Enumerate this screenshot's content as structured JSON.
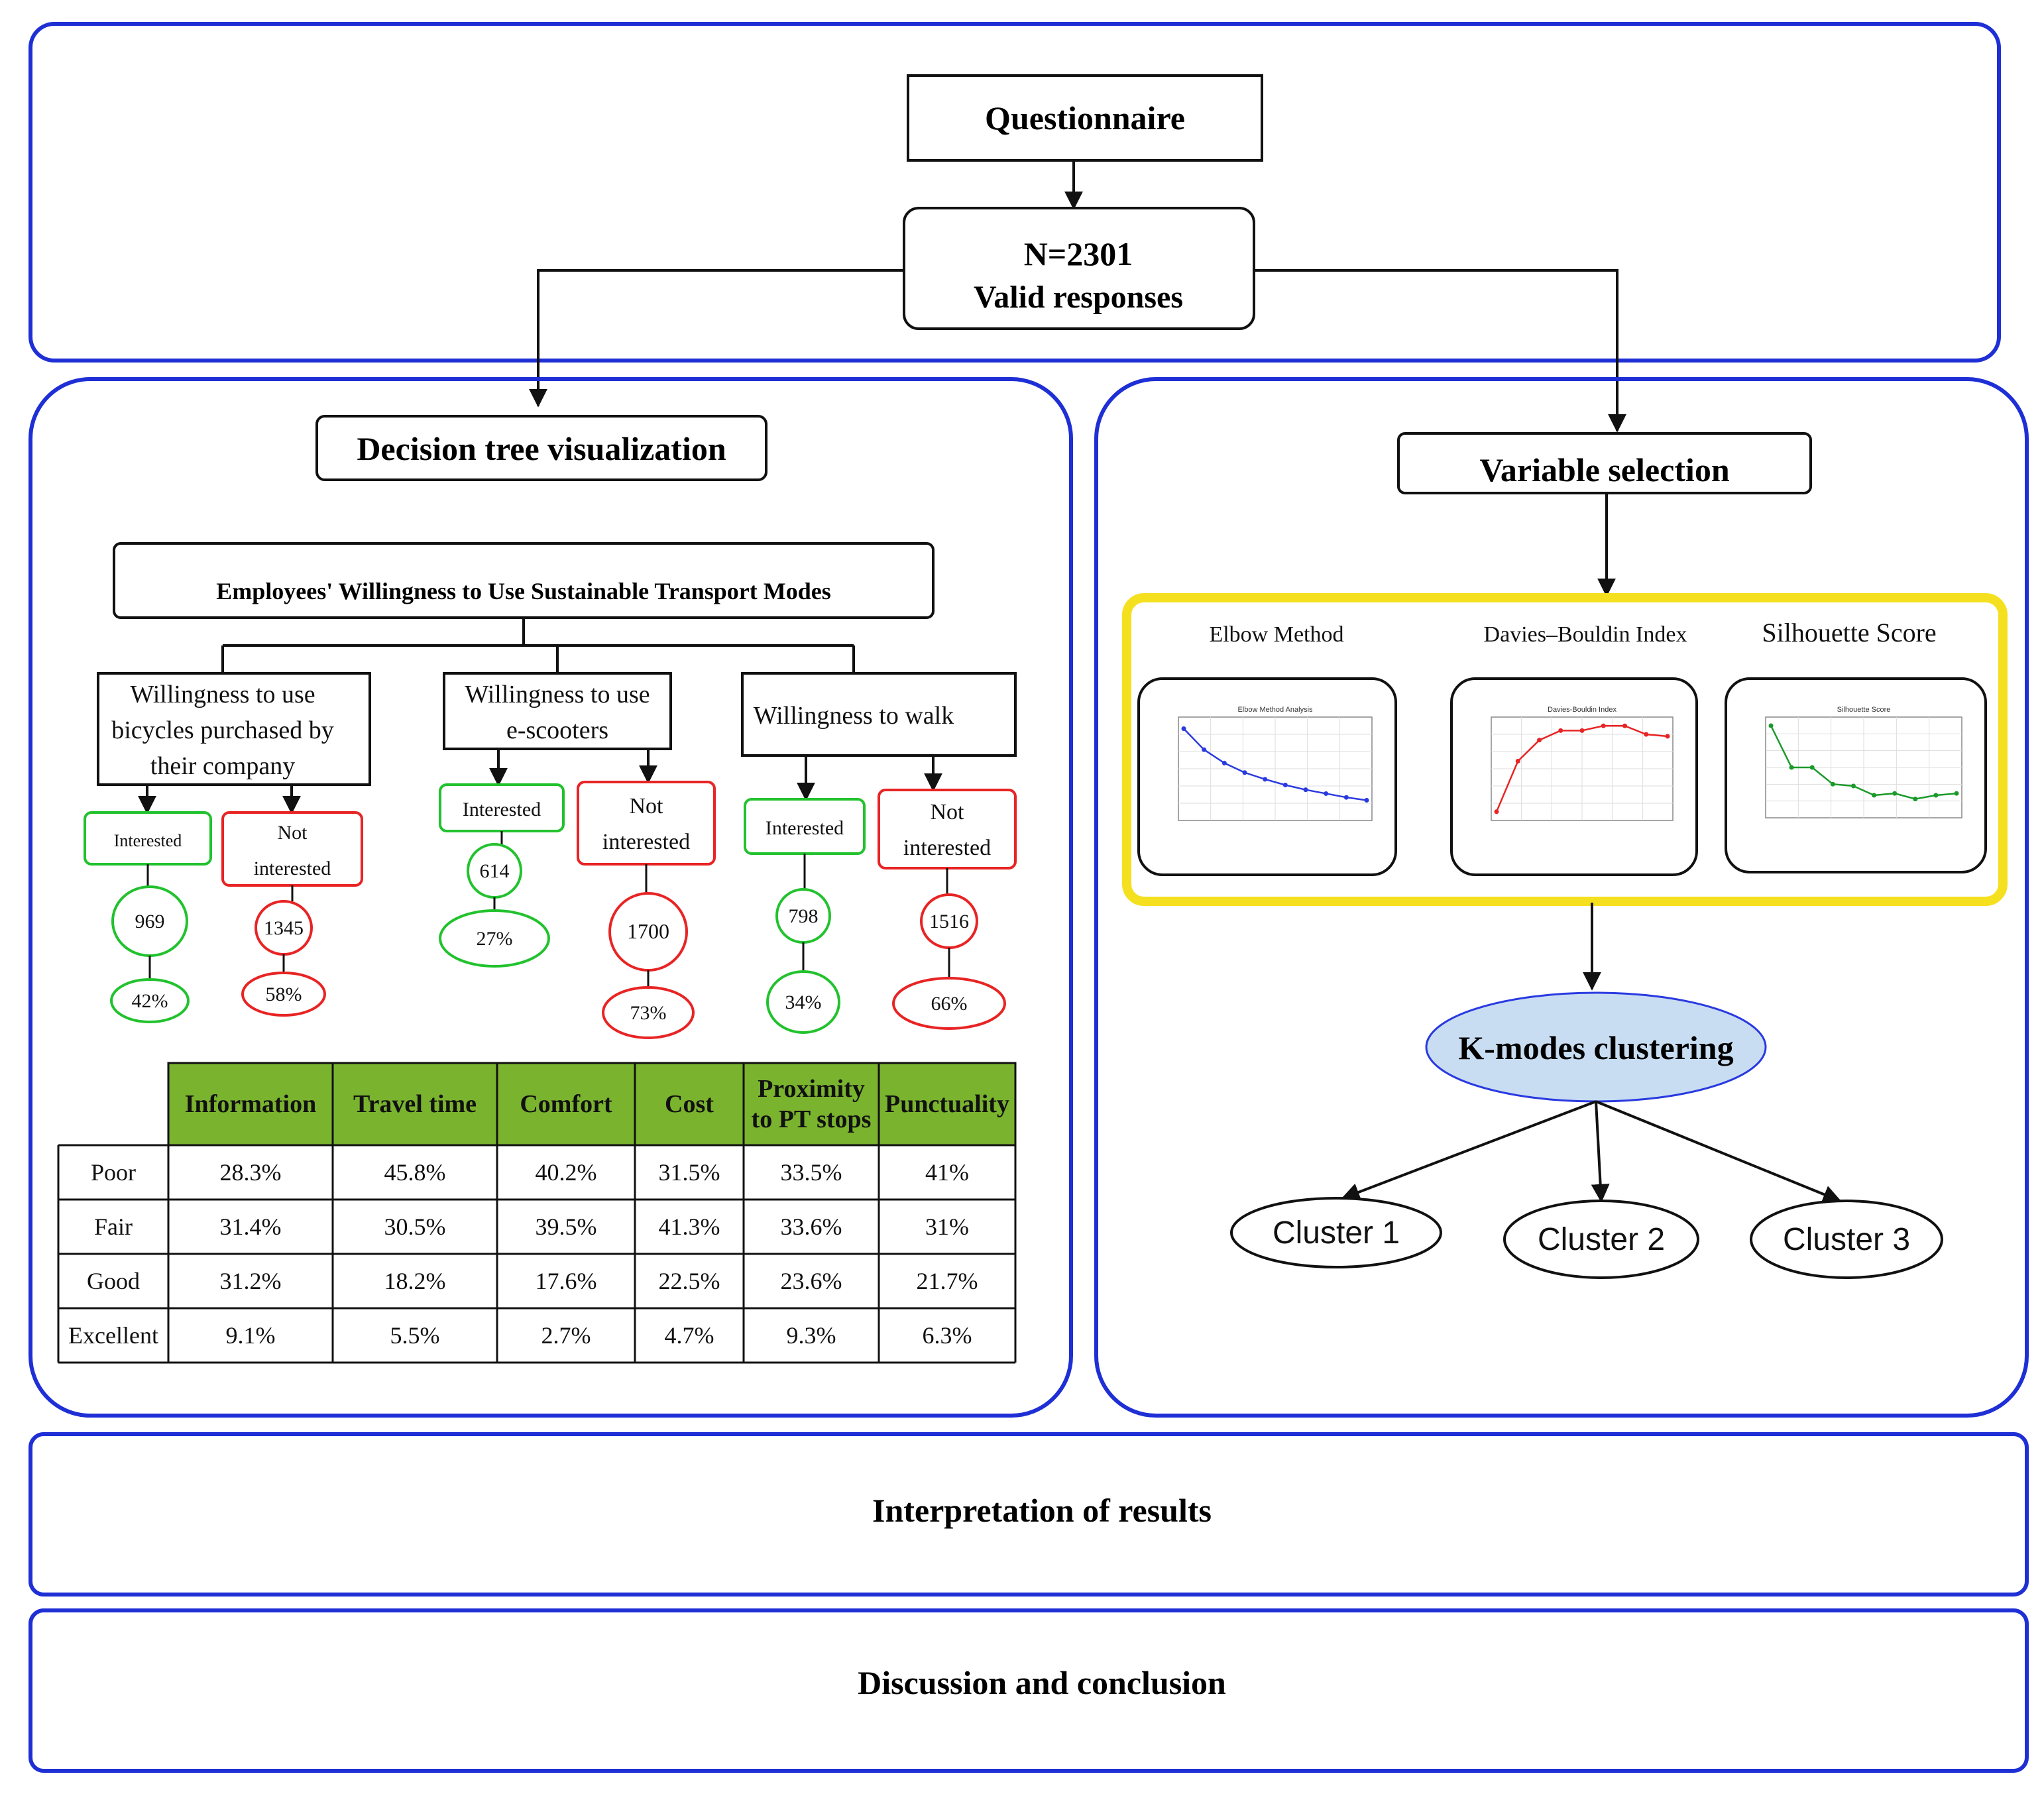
{
  "colors": {
    "panel_border": "#1f2fd6",
    "interested": "#22c22e",
    "not_interested": "#e82424",
    "table_header": "#7ab32e",
    "highlight": "#f5e020",
    "kmodes_fill": "#c8ddf2",
    "elbow_line": "#2a3ae0",
    "db_line": "#e82424",
    "sil_line": "#1a9a2a"
  },
  "top": {
    "questionnaire": "Questionnaire",
    "responses_n": "N=2301",
    "responses_label": "Valid responses"
  },
  "left": {
    "title": "Decision tree visualization",
    "root": "Employees' Willingness to Use  Sustainable Transport Modes",
    "branches": [
      {
        "label_lines": [
          "Willingness to use",
          "bicycles purchased by",
          "their company"
        ],
        "interested": {
          "label_lines": [
            "Interested"
          ],
          "count": "969",
          "percent": "42%"
        },
        "not_interested": {
          "label_lines": [
            "Not",
            "interested"
          ],
          "count": "1345",
          "percent": "58%"
        }
      },
      {
        "label_lines": [
          "Willingness to use",
          "e-scooters"
        ],
        "interested": {
          "label_lines": [
            "Interested"
          ],
          "count": "614",
          "percent": "27%"
        },
        "not_interested": {
          "label_lines": [
            "Not",
            "interested"
          ],
          "count": "1700",
          "percent": "73%"
        }
      },
      {
        "label_lines": [
          "Willingness to walk"
        ],
        "interested": {
          "label_lines": [
            "Interested"
          ],
          "count": "798",
          "percent": "34%"
        },
        "not_interested": {
          "label_lines": [
            "Not",
            "interested"
          ],
          "count": "1516",
          "percent": "66%"
        }
      }
    ],
    "table": {
      "headers": [
        [
          "Information"
        ],
        [
          "Travel  time"
        ],
        [
          "Comfort"
        ],
        [
          "Cost"
        ],
        [
          "Proximity",
          "to PT stops"
        ],
        [
          "Punctuality"
        ]
      ],
      "rows": [
        {
          "label": "Poor",
          "values": [
            "28.3%",
            "45.8%",
            "40.2%",
            "31.5%",
            "33.5%",
            "41%"
          ]
        },
        {
          "label": "Fair",
          "values": [
            "31.4%",
            "30.5%",
            "39.5%",
            "41.3%",
            "33.6%",
            "31%"
          ]
        },
        {
          "label": "Good",
          "values": [
            "31.2%",
            "18.2%",
            "17.6%",
            "22.5%",
            "23.6%",
            "21.7%"
          ]
        },
        {
          "label": "Excellent",
          "values": [
            "9.1%",
            "5.5%",
            "2.7%",
            "4.7%",
            "9.3%",
            "6.3%"
          ]
        }
      ]
    }
  },
  "right": {
    "title": "Variable selection",
    "methods": [
      {
        "label": "Elbow Method",
        "mini_title": "Elbow Method Analysis",
        "values": [
          0.92,
          0.7,
          0.56,
          0.46,
          0.39,
          0.33,
          0.28,
          0.24,
          0.2,
          0.17
        ]
      },
      {
        "label": "Davies–Bouldin Index",
        "mini_title": "Davies-Bouldin Index",
        "values": [
          0.05,
          0.58,
          0.8,
          0.9,
          0.9,
          0.95,
          0.95,
          0.86,
          0.84
        ]
      },
      {
        "label": "Silhouette Score",
        "mini_title": "Silhouette Score",
        "values": [
          0.95,
          0.5,
          0.5,
          0.32,
          0.3,
          0.2,
          0.22,
          0.16,
          0.2,
          0.22
        ]
      }
    ],
    "kmodes": "K-modes clustering",
    "clusters": [
      "Cluster 1",
      "Cluster 2",
      "Cluster 3"
    ]
  },
  "bottom": {
    "interpretation": "Interpretation of results",
    "discussion": "Discussion and conclusion"
  }
}
